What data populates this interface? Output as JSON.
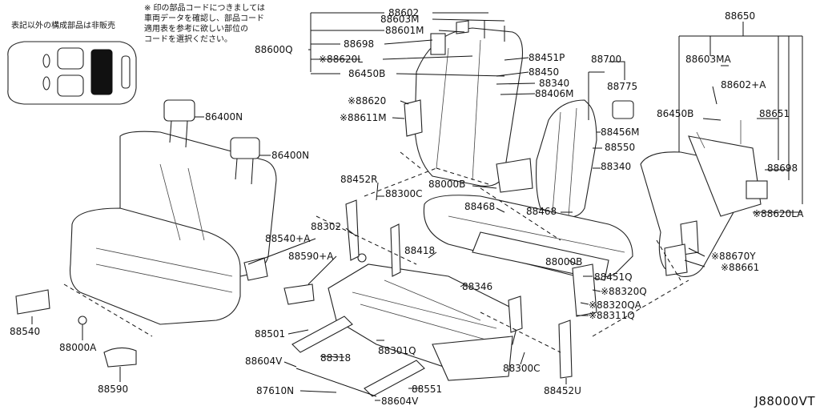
{
  "notice_left": "表記以外の構成部品は非販売",
  "notice_top": "※ 印の部品コードにつきましては\n車両データを確認し、部品コード\n適用表を参考に欲しい部位の\nコードを選択ください。",
  "diagram_code": "J88000VT",
  "labels": [
    {
      "id": "88602",
      "text": "88602"
    },
    {
      "id": "88603M",
      "text": "88603M"
    },
    {
      "id": "88601M",
      "text": "88601M"
    },
    {
      "id": "88698a",
      "text": "88698"
    },
    {
      "id": "88600Q",
      "text": "88600Q"
    },
    {
      "id": "88620La",
      "text": "※88620L"
    },
    {
      "id": "86450Ba",
      "text": "86450B"
    },
    {
      "id": "88451P",
      "text": "88451P"
    },
    {
      "id": "88450",
      "text": "88450"
    },
    {
      "id": "88340a",
      "text": "88340"
    },
    {
      "id": "88406M",
      "text": "88406M"
    },
    {
      "id": "88700",
      "text": "88700"
    },
    {
      "id": "88775",
      "text": "88775"
    },
    {
      "id": "88620",
      "text": "※88620"
    },
    {
      "id": "88611M",
      "text": "※88611M"
    },
    {
      "id": "86400Na",
      "text": "86400N"
    },
    {
      "id": "86400Nb",
      "text": "86400N"
    },
    {
      "id": "88650",
      "text": "88650"
    },
    {
      "id": "88603MA",
      "text": "88603MA"
    },
    {
      "id": "88602A",
      "text": "88602+A"
    },
    {
      "id": "86450Bb",
      "text": "86450B"
    },
    {
      "id": "88651",
      "text": "88651"
    },
    {
      "id": "88698b",
      "text": "88698"
    },
    {
      "id": "88620LA",
      "text": "※88620LA"
    },
    {
      "id": "88456M",
      "text": "88456M"
    },
    {
      "id": "88550",
      "text": "88550"
    },
    {
      "id": "88340b",
      "text": "88340"
    },
    {
      "id": "88000Ba",
      "text": "88000B"
    },
    {
      "id": "88452R",
      "text": "88452R"
    },
    {
      "id": "88300Ca",
      "text": "88300C"
    },
    {
      "id": "88468a",
      "text": "88468"
    },
    {
      "id": "88468b",
      "text": "88468"
    },
    {
      "id": "88302",
      "text": "88302"
    },
    {
      "id": "88540A",
      "text": "88540+A"
    },
    {
      "id": "88590A",
      "text": "88590+A"
    },
    {
      "id": "88418",
      "text": "88418"
    },
    {
      "id": "88346",
      "text": "88346"
    },
    {
      "id": "88000Bb",
      "text": "88000B"
    },
    {
      "id": "88451Q",
      "text": "88451Q"
    },
    {
      "id": "88670Y",
      "text": "※88670Y"
    },
    {
      "id": "88661",
      "text": "※88661"
    },
    {
      "id": "88320Q",
      "text": "※88320Q"
    },
    {
      "id": "88320QA",
      "text": "※88320QA"
    },
    {
      "id": "88311Q",
      "text": "※88311Q"
    },
    {
      "id": "88540",
      "text": "88540"
    },
    {
      "id": "88000A",
      "text": "88000A"
    },
    {
      "id": "88501",
      "text": "88501"
    },
    {
      "id": "88301Q",
      "text": "88301Q"
    },
    {
      "id": "88318",
      "text": "88318"
    },
    {
      "id": "88604Va",
      "text": "88604V"
    },
    {
      "id": "88300Cb",
      "text": "88300C"
    },
    {
      "id": "88590",
      "text": "88590"
    },
    {
      "id": "87610N",
      "text": "87610N"
    },
    {
      "id": "88551",
      "text": "88551"
    },
    {
      "id": "88604Vb",
      "text": "88604V"
    },
    {
      "id": "88452U",
      "text": "88452U"
    }
  ]
}
